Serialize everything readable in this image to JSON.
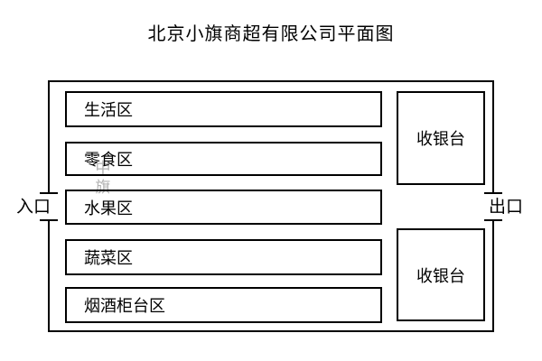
{
  "title": "北京小旗商超有限公司平面图",
  "watermark": {
    "line1": "中",
    "line2": "旗"
  },
  "floor": {
    "entrance": "入口",
    "exit": "出口",
    "zones": [
      {
        "label": "生活区"
      },
      {
        "label": "零食区"
      },
      {
        "label": "水果区"
      },
      {
        "label": "蔬菜区"
      },
      {
        "label": "烟酒柜台区"
      }
    ],
    "cashiers": [
      {
        "label": "收银台"
      },
      {
        "label": "收银台"
      }
    ]
  },
  "colors": {
    "line": "#000000",
    "background": "#ffffff",
    "watermark": "#b2b2b2"
  }
}
